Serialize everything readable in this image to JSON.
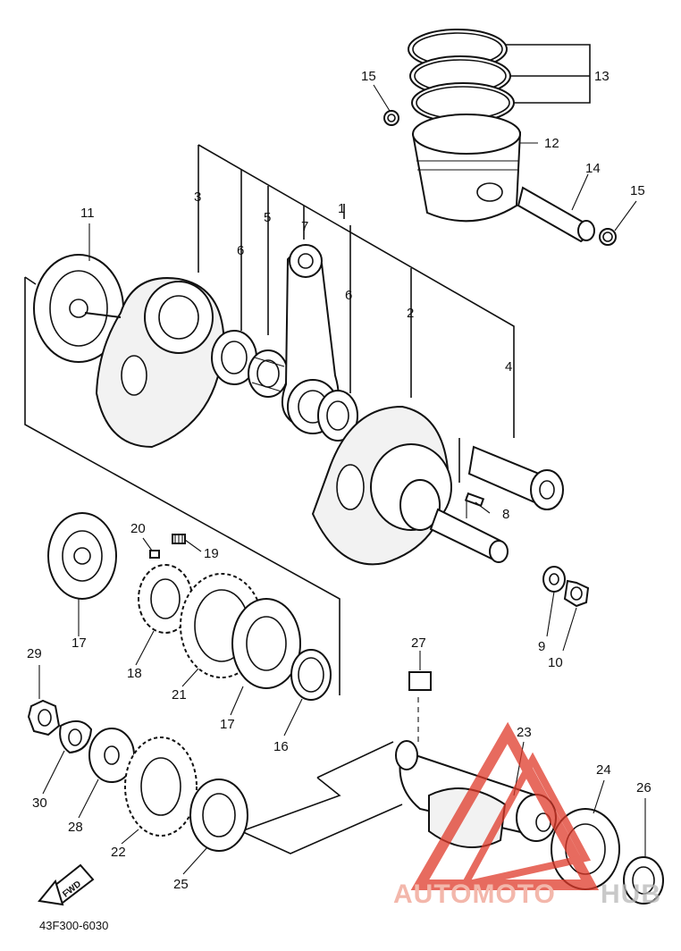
{
  "diagram_code": "43F300-6030",
  "fwd_label": "FWD",
  "watermark": {
    "text_a": "AUTOMOTO",
    "text_b": "HUB",
    "color_a": "#f0a090",
    "color_b": "#c8c8c8",
    "logo_color": "#e03a2a"
  },
  "callouts": {
    "p1": "1",
    "p2": "2",
    "p3": "3",
    "p4": "4",
    "p5": "5",
    "p6a": "6",
    "p6b": "6",
    "p7": "7",
    "p8": "8",
    "p9": "9",
    "p10": "10",
    "p11": "11",
    "p12": "12",
    "p13": "13",
    "p14": "14",
    "p15a": "15",
    "p15b": "15",
    "p16": "16",
    "p17a": "17",
    "p17b": "17",
    "p18": "18",
    "p19": "19",
    "p20": "20",
    "p21": "21",
    "p22": "22",
    "p23": "23",
    "p24": "24",
    "p25": "25",
    "p26": "26",
    "p27": "27",
    "p28": "28",
    "p29": "29",
    "p30": "30"
  }
}
